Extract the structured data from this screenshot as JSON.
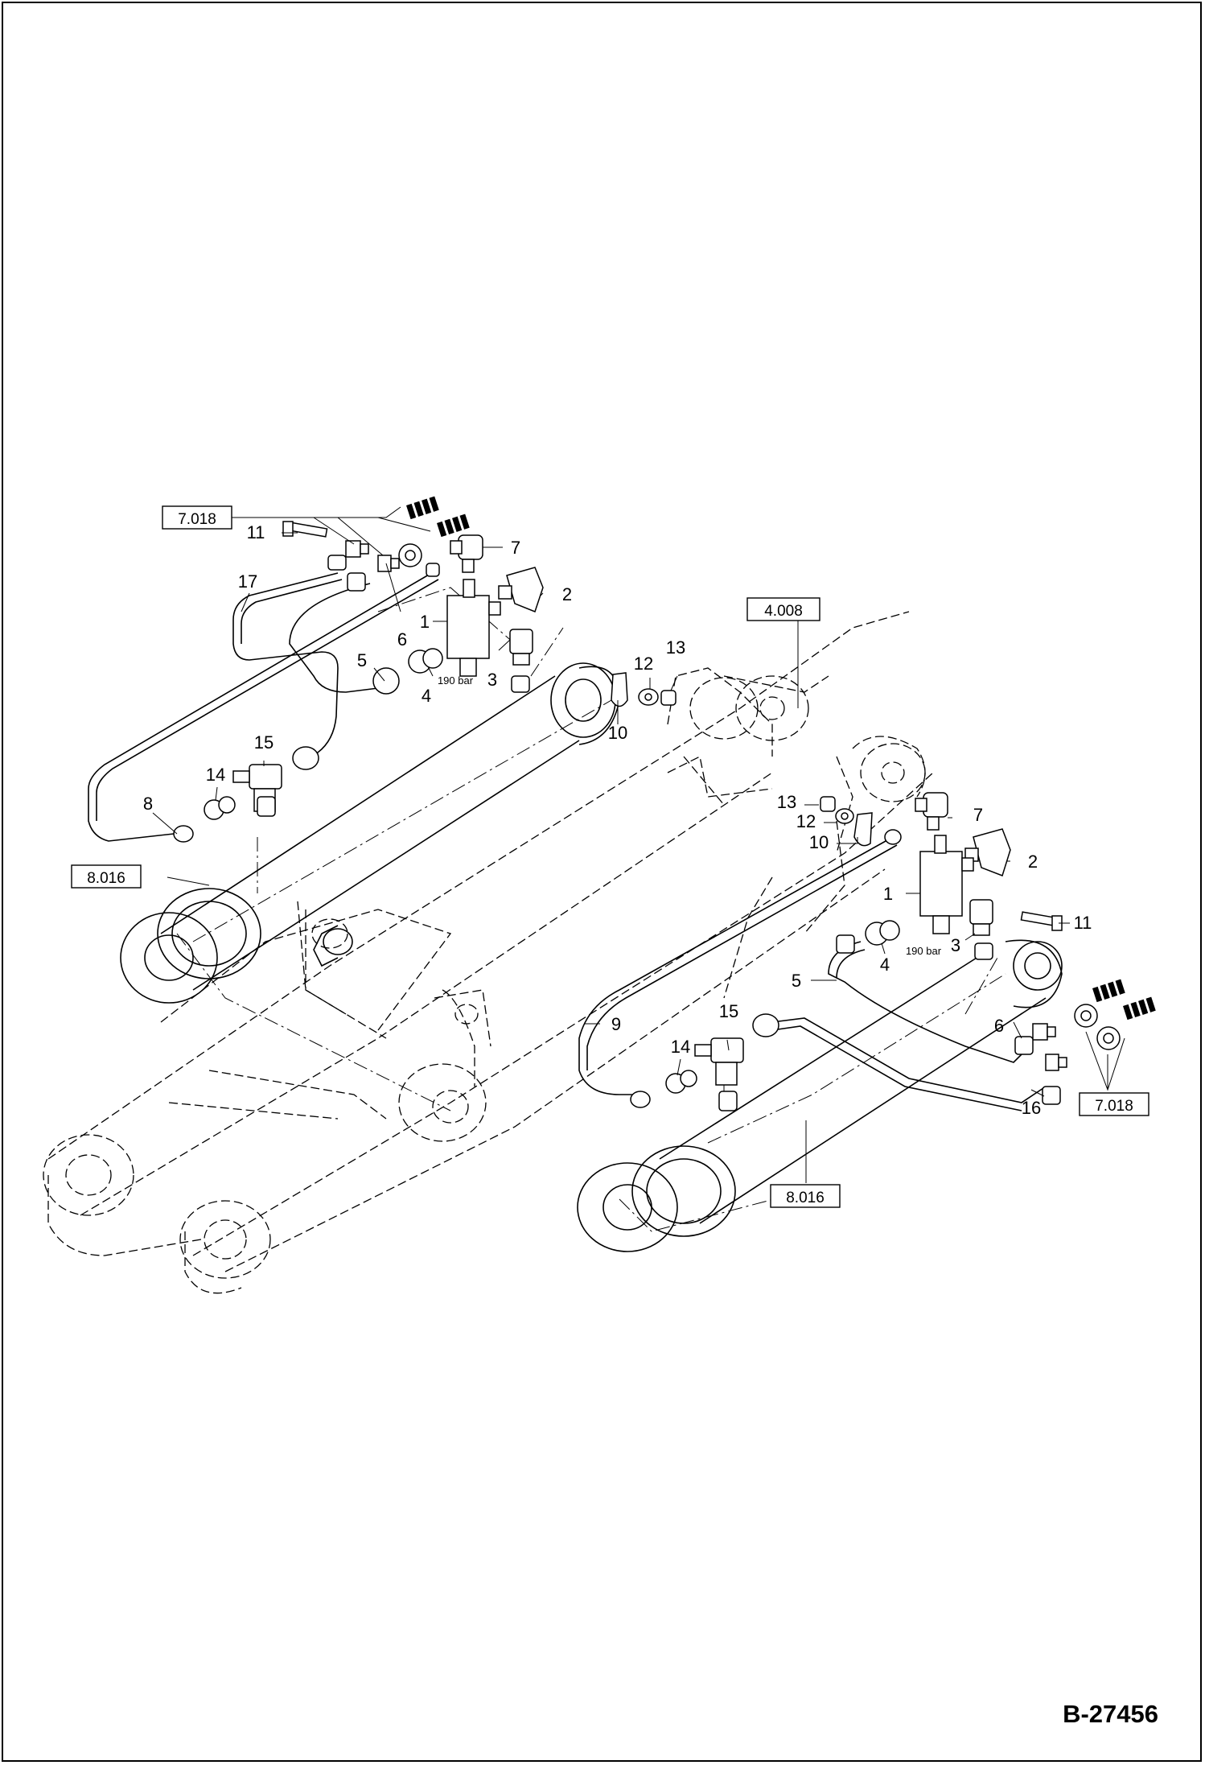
{
  "drawing_number": "B-27456",
  "pressure_label": "190 bar",
  "reference_boxes": [
    "7.018",
    "4.008",
    "8.016",
    "8.016",
    "7.018"
  ],
  "callouts_upper_left": [
    "11",
    "7",
    "17",
    "2",
    "1",
    "6",
    "5",
    "4",
    "3",
    "12",
    "13",
    "10",
    "15",
    "14",
    "8"
  ],
  "callouts_lower_right": [
    "13",
    "7",
    "12",
    "10",
    "2",
    "1",
    "11",
    "3",
    "4",
    "5",
    "15",
    "9",
    "14",
    "6",
    "16"
  ],
  "marker_icon": "tick-marker-icon"
}
